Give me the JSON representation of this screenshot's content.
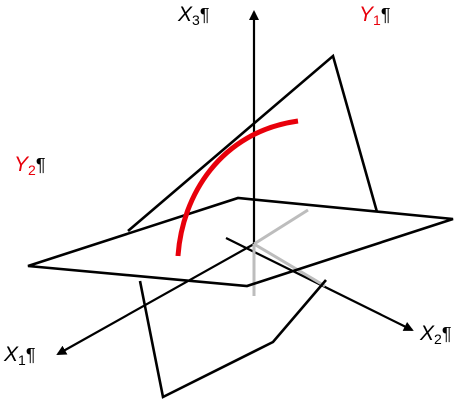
{
  "diagram": {
    "colors": {
      "lines": "#000000",
      "hidden_axis": "#bdbdbd",
      "highlight": "#e8000b",
      "background": "#ffffff"
    },
    "labels": {
      "x3": {
        "base": "X",
        "sub": "3",
        "mark": "¶"
      },
      "y1": {
        "base": "Y",
        "sub": "1",
        "mark": "¶"
      },
      "y2": {
        "base": "Y",
        "sub": "2",
        "mark": "¶"
      },
      "x1": {
        "base": "X",
        "sub": "1",
        "mark": "¶"
      },
      "x2": {
        "base": "X",
        "sub": "2",
        "mark": "¶"
      }
    }
  }
}
